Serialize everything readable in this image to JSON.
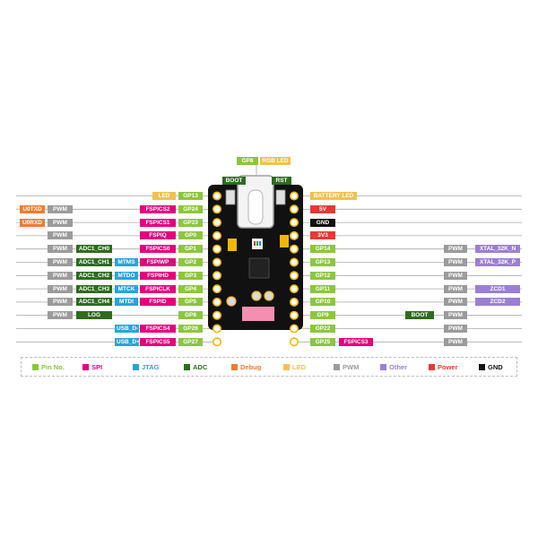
{
  "colors": {
    "pin": "#8cc63f",
    "spi": "#e6007e",
    "jtag": "#29a3dc",
    "adc": "#2e6b1f",
    "debug": "#f07c30",
    "led": "#f2c14e",
    "pwm": "#9b9b9b",
    "other": "#9b7fd4",
    "power": "#e53935",
    "gnd": "#111111"
  },
  "top": {
    "gp8": "GP8",
    "rgb_led": "RGB LED",
    "boot": "BOOT",
    "rst": "RST"
  },
  "left_rows": [
    {
      "labels": [
        {
          "text": "LED",
          "type": "led"
        }
      ],
      "pin": "GP13"
    },
    {
      "labels": [
        {
          "text": "U0TXD",
          "type": "debug"
        },
        {
          "text": "PWM",
          "type": "pwm"
        },
        {
          "text": "FSPICS2",
          "type": "spi"
        }
      ],
      "pin": "GP24"
    },
    {
      "labels": [
        {
          "text": "U0RXD",
          "type": "debug"
        },
        {
          "text": "PWM",
          "type": "pwm"
        },
        {
          "text": "FSPICS1",
          "type": "spi"
        }
      ],
      "pin": "GP23"
    },
    {
      "labels": [
        {
          "text": "PWM",
          "type": "pwm"
        },
        {
          "text": "FSPIQ",
          "type": "spi"
        }
      ],
      "pin": "GP0"
    },
    {
      "labels": [
        {
          "text": "PWM",
          "type": "pwm"
        },
        {
          "text": "ADC1_CH0",
          "type": "adc"
        },
        {
          "text": "FSPICS0",
          "type": "spi"
        }
      ],
      "pin": "GP1"
    },
    {
      "labels": [
        {
          "text": "PWM",
          "type": "pwm"
        },
        {
          "text": "ADC1_CH1",
          "type": "adc"
        },
        {
          "text": "MTMS",
          "type": "jtag"
        },
        {
          "text": "FSPIWP",
          "type": "spi"
        }
      ],
      "pin": "GP2"
    },
    {
      "labels": [
        {
          "text": "PWM",
          "type": "pwm"
        },
        {
          "text": "ADC1_CH2",
          "type": "adc"
        },
        {
          "text": "MTDO",
          "type": "jtag"
        },
        {
          "text": "FSPIHD",
          "type": "spi"
        }
      ],
      "pin": "GP3"
    },
    {
      "labels": [
        {
          "text": "PWM",
          "type": "pwm"
        },
        {
          "text": "ADC1_CH3",
          "type": "adc"
        },
        {
          "text": "MTCK",
          "type": "jtag"
        },
        {
          "text": "FSPICLK",
          "type": "spi"
        }
      ],
      "pin": "GP4"
    },
    {
      "labels": [
        {
          "text": "PWM",
          "type": "pwm"
        },
        {
          "text": "ADC1_CH4",
          "type": "adc"
        },
        {
          "text": "MTDI",
          "type": "jtag"
        },
        {
          "text": "FSPID",
          "type": "spi"
        }
      ],
      "pin": "GP5"
    },
    {
      "labels": [
        {
          "text": "PWM",
          "type": "pwm"
        },
        {
          "text": "LOG",
          "type": "adc"
        }
      ],
      "pin": "GP8"
    },
    {
      "labels": [
        {
          "text": "USB_D-",
          "type": "jtag"
        },
        {
          "text": "FSPICS4",
          "type": "spi"
        }
      ],
      "pin": "GP26"
    },
    {
      "labels": [
        {
          "text": "USB_D+",
          "type": "jtag"
        },
        {
          "text": "FSPICS5",
          "type": "spi"
        }
      ],
      "pin": "GP27"
    }
  ],
  "right_rows": [
    {
      "pin": "",
      "labels": [
        {
          "text": "BATTERY LED",
          "type": "led"
        }
      ]
    },
    {
      "pin": "5V",
      "pin_type": "power",
      "labels": []
    },
    {
      "pin": "GND",
      "pin_type": "gnd",
      "labels": []
    },
    {
      "pin": "3V3",
      "pin_type": "power",
      "labels": []
    },
    {
      "pin": "GP14",
      "labels": [
        {
          "text": "PWM",
          "type": "pwm"
        },
        {
          "text": "XTAL_32K_N",
          "type": "other"
        }
      ]
    },
    {
      "pin": "GP13",
      "labels": [
        {
          "text": "PWM",
          "type": "pwm"
        },
        {
          "text": "XTAL_32K_P",
          "type": "other"
        }
      ]
    },
    {
      "pin": "GP12",
      "labels": [
        {
          "text": "PWM",
          "type": "pwm"
        }
      ]
    },
    {
      "pin": "GP11",
      "labels": [
        {
          "text": "PWM",
          "type": "pwm"
        },
        {
          "text": "ZCD1",
          "type": "other"
        }
      ]
    },
    {
      "pin": "GP10",
      "labels": [
        {
          "text": "PWM",
          "type": "pwm"
        },
        {
          "text": "ZCD2",
          "type": "other"
        }
      ]
    },
    {
      "pin": "GP9",
      "labels": [
        {
          "text": "BOOT",
          "type": "adc"
        },
        {
          "text": "PWM",
          "type": "pwm"
        }
      ]
    },
    {
      "pin": "GP22",
      "labels": [
        {
          "text": "PWM",
          "type": "pwm"
        }
      ]
    },
    {
      "pin": "GP25",
      "labels": [
        {
          "text": "FSPICS3",
          "type": "spi"
        },
        {
          "text": "PWM",
          "type": "pwm"
        }
      ]
    }
  ],
  "legend": [
    {
      "label": "Pin No.",
      "type": "pin"
    },
    {
      "label": "SPI",
      "type": "spi"
    },
    {
      "label": "JTAG",
      "type": "jtag"
    },
    {
      "label": "ADC",
      "type": "adc"
    },
    {
      "label": "Debug",
      "type": "debug"
    },
    {
      "label": "LED",
      "type": "led"
    },
    {
      "label": "PWM",
      "type": "pwm"
    },
    {
      "label": "Other",
      "type": "other"
    },
    {
      "label": "Power",
      "type": "power"
    },
    {
      "label": "GND",
      "type": "gnd"
    }
  ]
}
